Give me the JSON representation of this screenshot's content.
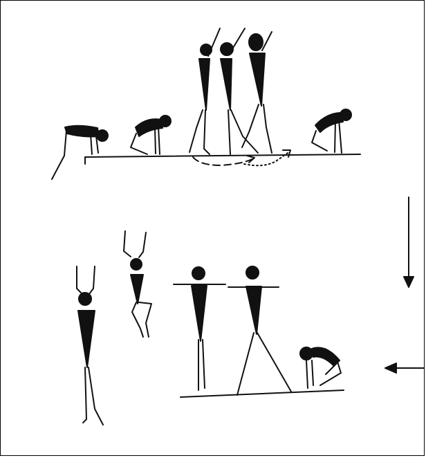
{
  "illustration": {
    "ink_color": "#111111",
    "background_color": "#ffffff",
    "rows": [
      {
        "name": "top-row",
        "figures": [
          "bent-start",
          "crouch-start",
          "standing-arm-raised",
          "standing-arm-raised",
          "standing-arm-raised",
          "crouch-end"
        ]
      },
      {
        "name": "bottom-row",
        "figures": [
          "standing-arms-up",
          "jumping",
          "standing-arms-sideways",
          "standing-legs-apart",
          "crouch"
        ]
      }
    ],
    "arrows": [
      "down-arrow",
      "left-arrow",
      "dashed-path-arrow",
      "dotted-path-arrow"
    ]
  }
}
